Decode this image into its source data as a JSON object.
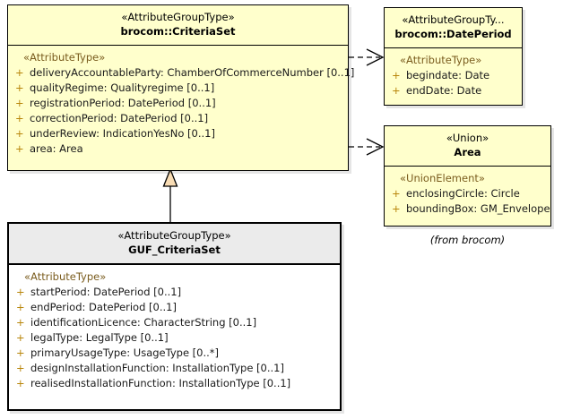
{
  "diagram": {
    "type": "uml-class-diagram",
    "background": "#ffffff",
    "class_fill": "#ffffcc",
    "selected_fill": "#ffffff",
    "selected_header_fill": "#ebebeb",
    "border_color": "#000000",
    "attribute_stereotype_color": "#7a5c1e",
    "visibility_color": "#b8860b",
    "generalization_arrow_fill": "#f8dcb4"
  },
  "classes": {
    "criteria_set": {
      "stereotype": "«AttributeGroupType»",
      "name": "brocom::CriteriaSet",
      "group_stereotype": "«AttributeType»",
      "attributes": [
        {
          "visibility": "+",
          "text": "deliveryAccountableParty: ChamberOfCommerceNumber [0..1]"
        },
        {
          "visibility": "+",
          "text": "qualityRegime: Qualityregime [0..1]"
        },
        {
          "visibility": "+",
          "text": "registrationPeriod: DatePeriod [0..1]"
        },
        {
          "visibility": "+",
          "text": "correctionPeriod: DatePeriod [0..1]"
        },
        {
          "visibility": "+",
          "text": "underReview: IndicationYesNo [0..1]"
        },
        {
          "visibility": "+",
          "text": "area: Area"
        }
      ]
    },
    "date_period": {
      "stereotype": "«AttributeGroupTy...",
      "name": "brocom::DatePeriod",
      "group_stereotype": "«AttributeType»",
      "attributes": [
        {
          "visibility": "+",
          "text": "begindate: Date"
        },
        {
          "visibility": "+",
          "text": "endDate: Date"
        }
      ]
    },
    "area": {
      "stereotype": "«Union»",
      "name": "Area",
      "group_stereotype": "«UnionElement»",
      "attributes": [
        {
          "visibility": "+",
          "text": "enclosingCircle: Circle"
        },
        {
          "visibility": "+",
          "text": "boundingBox: GM_Envelope"
        }
      ],
      "caption": "(from brocom)"
    },
    "guf_criteria_set": {
      "stereotype": "«AttributeGroupType»",
      "name": "GUF_CriteriaSet",
      "group_stereotype": "«AttributeType»",
      "attributes": [
        {
          "visibility": "+",
          "text": "startPeriod: DatePeriod [0..1]"
        },
        {
          "visibility": "+",
          "text": "endPeriod: DatePeriod [0..1]"
        },
        {
          "visibility": "+",
          "text": "identificationLicence: CharacterString [0..1]"
        },
        {
          "visibility": "+",
          "text": "legalType: LegalType [0..1]"
        },
        {
          "visibility": "+",
          "text": "primaryUsageType: UsageType [0..*]"
        },
        {
          "visibility": "+",
          "text": "designInstallationFunction: InstallationType [0..1]"
        },
        {
          "visibility": "+",
          "text": "realisedInstallationFunction: InstallationType [0..1]"
        }
      ]
    }
  },
  "relationships": [
    {
      "kind": "generalization",
      "from": "guf_criteria_set",
      "to": "criteria_set"
    },
    {
      "kind": "dependency",
      "from": "criteria_set",
      "to": "date_period"
    },
    {
      "kind": "dependency",
      "from": "criteria_set",
      "to": "area"
    }
  ]
}
